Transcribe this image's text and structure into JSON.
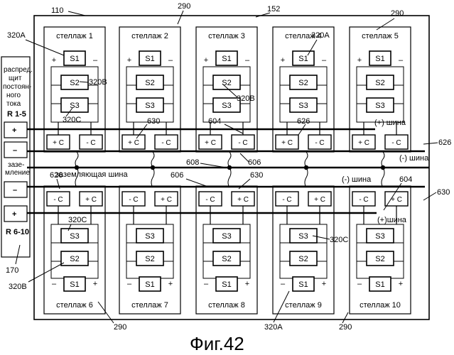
{
  "figure": {
    "caption": "Фиг.42",
    "refs": {
      "system": "110",
      "enclosure": "152",
      "rack_ref": "290",
      "s1_ref": "320A",
      "s2_ref": "320B",
      "s3_ref": "320C",
      "panel_ref": "170",
      "ground_bus_ref": "608",
      "bus_ref_604": "604",
      "bus_ref_606": "606",
      "conn_ref_626": "626",
      "conn_ref_630": "630"
    },
    "panel": {
      "title_lines": [
        "распред.",
        "щит",
        "постоян-",
        "ного",
        "тока"
      ],
      "top_group": "R 1-5",
      "bottom_group": "R 6-10",
      "plus": "+",
      "minus": "–",
      "ground_lines": [
        "зазе-",
        "мление"
      ]
    },
    "bus_labels": {
      "pos_top": "(+) шина",
      "neg_top": "(-) шина",
      "ground": "заземляющая шина",
      "neg_bottom": "(-) шина",
      "pos_bottom": "(+)шина"
    },
    "modules": {
      "s1": "S1",
      "s2": "S2",
      "s3": "S3",
      "pos_conn": "+ C",
      "neg_conn": "- C",
      "plus": "+",
      "minus": "–"
    },
    "top_racks": [
      "стеллаж 1",
      "стеллаж 2",
      "стеллаж 3",
      "стеллаж 4",
      "стеллаж 5"
    ],
    "bottom_racks": [
      "стеллаж 6",
      "стеллаж 7",
      "стеллаж 8",
      "стеллаж 9",
      "стеллаж 10"
    ]
  }
}
